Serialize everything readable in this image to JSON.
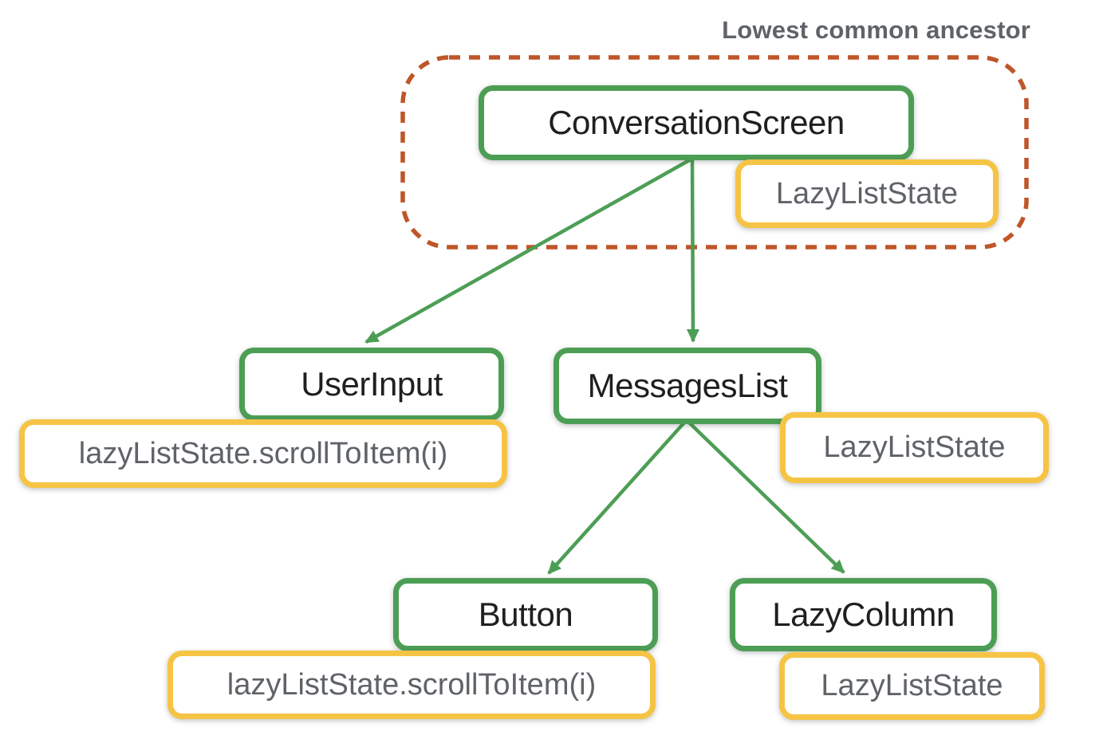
{
  "title": {
    "ancestor_label": "Lowest common ancestor"
  },
  "nodes": {
    "conversation_screen": "ConversationScreen",
    "user_input": "UserInput",
    "messages_list": "MessagesList",
    "button": "Button",
    "lazy_column": "LazyColumn"
  },
  "badges": {
    "conversation_state": "LazyListState",
    "messages_state": "LazyListState",
    "lazy_column_state": "LazyListState",
    "user_input_call": "lazyListState.scrollToItem(i)",
    "button_call": "lazyListState.scrollToItem(i)"
  },
  "colors": {
    "node_border_green": "#4d9e55",
    "badge_border_yellow": "#f6c445",
    "ancestor_dash_orange": "#bf5629",
    "node_text": "#1f1f1f",
    "badge_text": "#5f6368",
    "label_text": "#5f6368",
    "background": "#ffffff"
  }
}
